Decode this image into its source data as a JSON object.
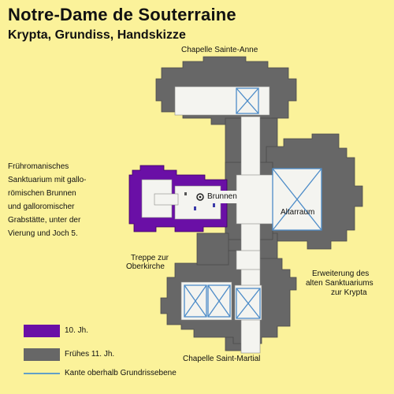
{
  "header": {
    "title": "Notre-Dame de Souterraine",
    "subtitle": "Krypta, Grundiss, Handskizze"
  },
  "plan_labels": {
    "chapelle_anne": "Chapelle Sainte-Anne",
    "brunnen": "Brunnen",
    "altarraum": "Altarraum",
    "treppe_1": "Treppe zur",
    "treppe_2": "Oberkirche",
    "erweiterung_1": "Erweiterung des",
    "erweiterung_2": "alten Sanktuariums",
    "erweiterung_3": "zur Krypta",
    "chapelle_martial": "Chapelle Saint-Martial"
  },
  "note_lines": [
    "Frühromanisches",
    "Sanktuarium mit gallo-",
    "römischen  Brunnen",
    "und galloromischer",
    "Grabstätte, unter der",
    "Vierung und Joch 5."
  ],
  "legend": [
    {
      "label": "10. Jh.",
      "color": "#6a0fa6"
    },
    {
      "label": "Frühes 11. Jh.",
      "color": "#676767"
    },
    {
      "label": "Kante oberhalb Grundrissebene",
      "color": "#2f84d6"
    }
  ],
  "colors": {
    "background": "#fbf29a",
    "wall_early_11th": "#676767",
    "wall_10th": "#6a0fa6",
    "floor": "#f4f4f0",
    "vault_line": "#4d8cc8"
  }
}
